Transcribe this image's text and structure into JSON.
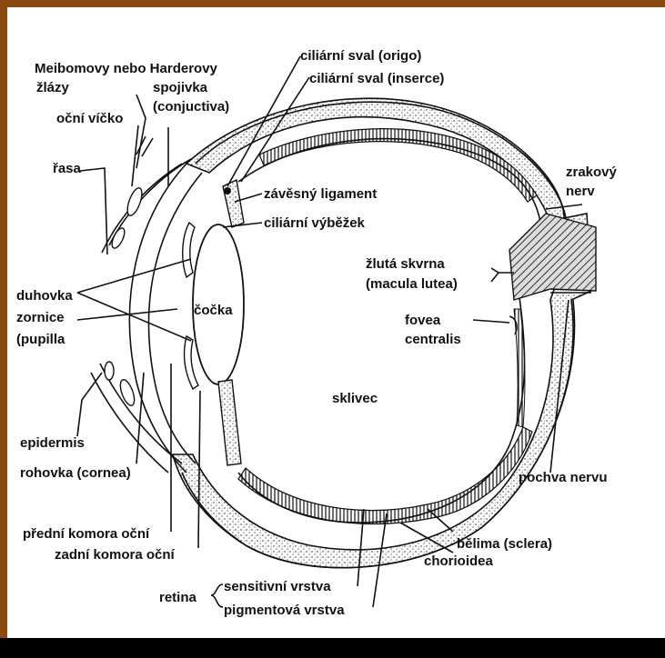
{
  "labels": {
    "meibomovy": "Meibomovy nebo Harderovy",
    "zlazy": "žlázy",
    "spojivka": "spojivka",
    "conjuctiva": "(conjuctiva)",
    "ocni_vicko": "oční víčko",
    "rasa": "řasa",
    "ciliarni_origo": "ciliární sval (origo)",
    "ciliarni_inserce": "ciliární sval (inserce)",
    "zavesny": "závěsný ligament",
    "ciliarni_vybezek": "ciliární výběžek",
    "zrakovy": "zrakový",
    "nerv": "nerv",
    "zluta_skvrna": "žlutá skvrna",
    "macula": "(macula lutea)",
    "duhovka": "duhovka",
    "zornice": "zornice",
    "pupilla": "(pupilla",
    "cocka": "čočka",
    "fovea": "fovea",
    "centralis": "centralis",
    "sklivec": "sklivec",
    "epidermis": "epidermis",
    "rohovka": "rohovka (cornea)",
    "pochva": "pochva nervu",
    "predni_komora": "přední komora oční",
    "zadni_komora": "zadní komora oční",
    "belima": "bělima (sclera)",
    "chorioidea": "chorioidea",
    "retina": "retina",
    "sensitivni": "sensitivní vrstva",
    "pigmentova": "pigmentová vrstva"
  },
  "colors": {
    "frame": "#8a4a12",
    "ink": "#111111",
    "paper": "#ffffff"
  }
}
